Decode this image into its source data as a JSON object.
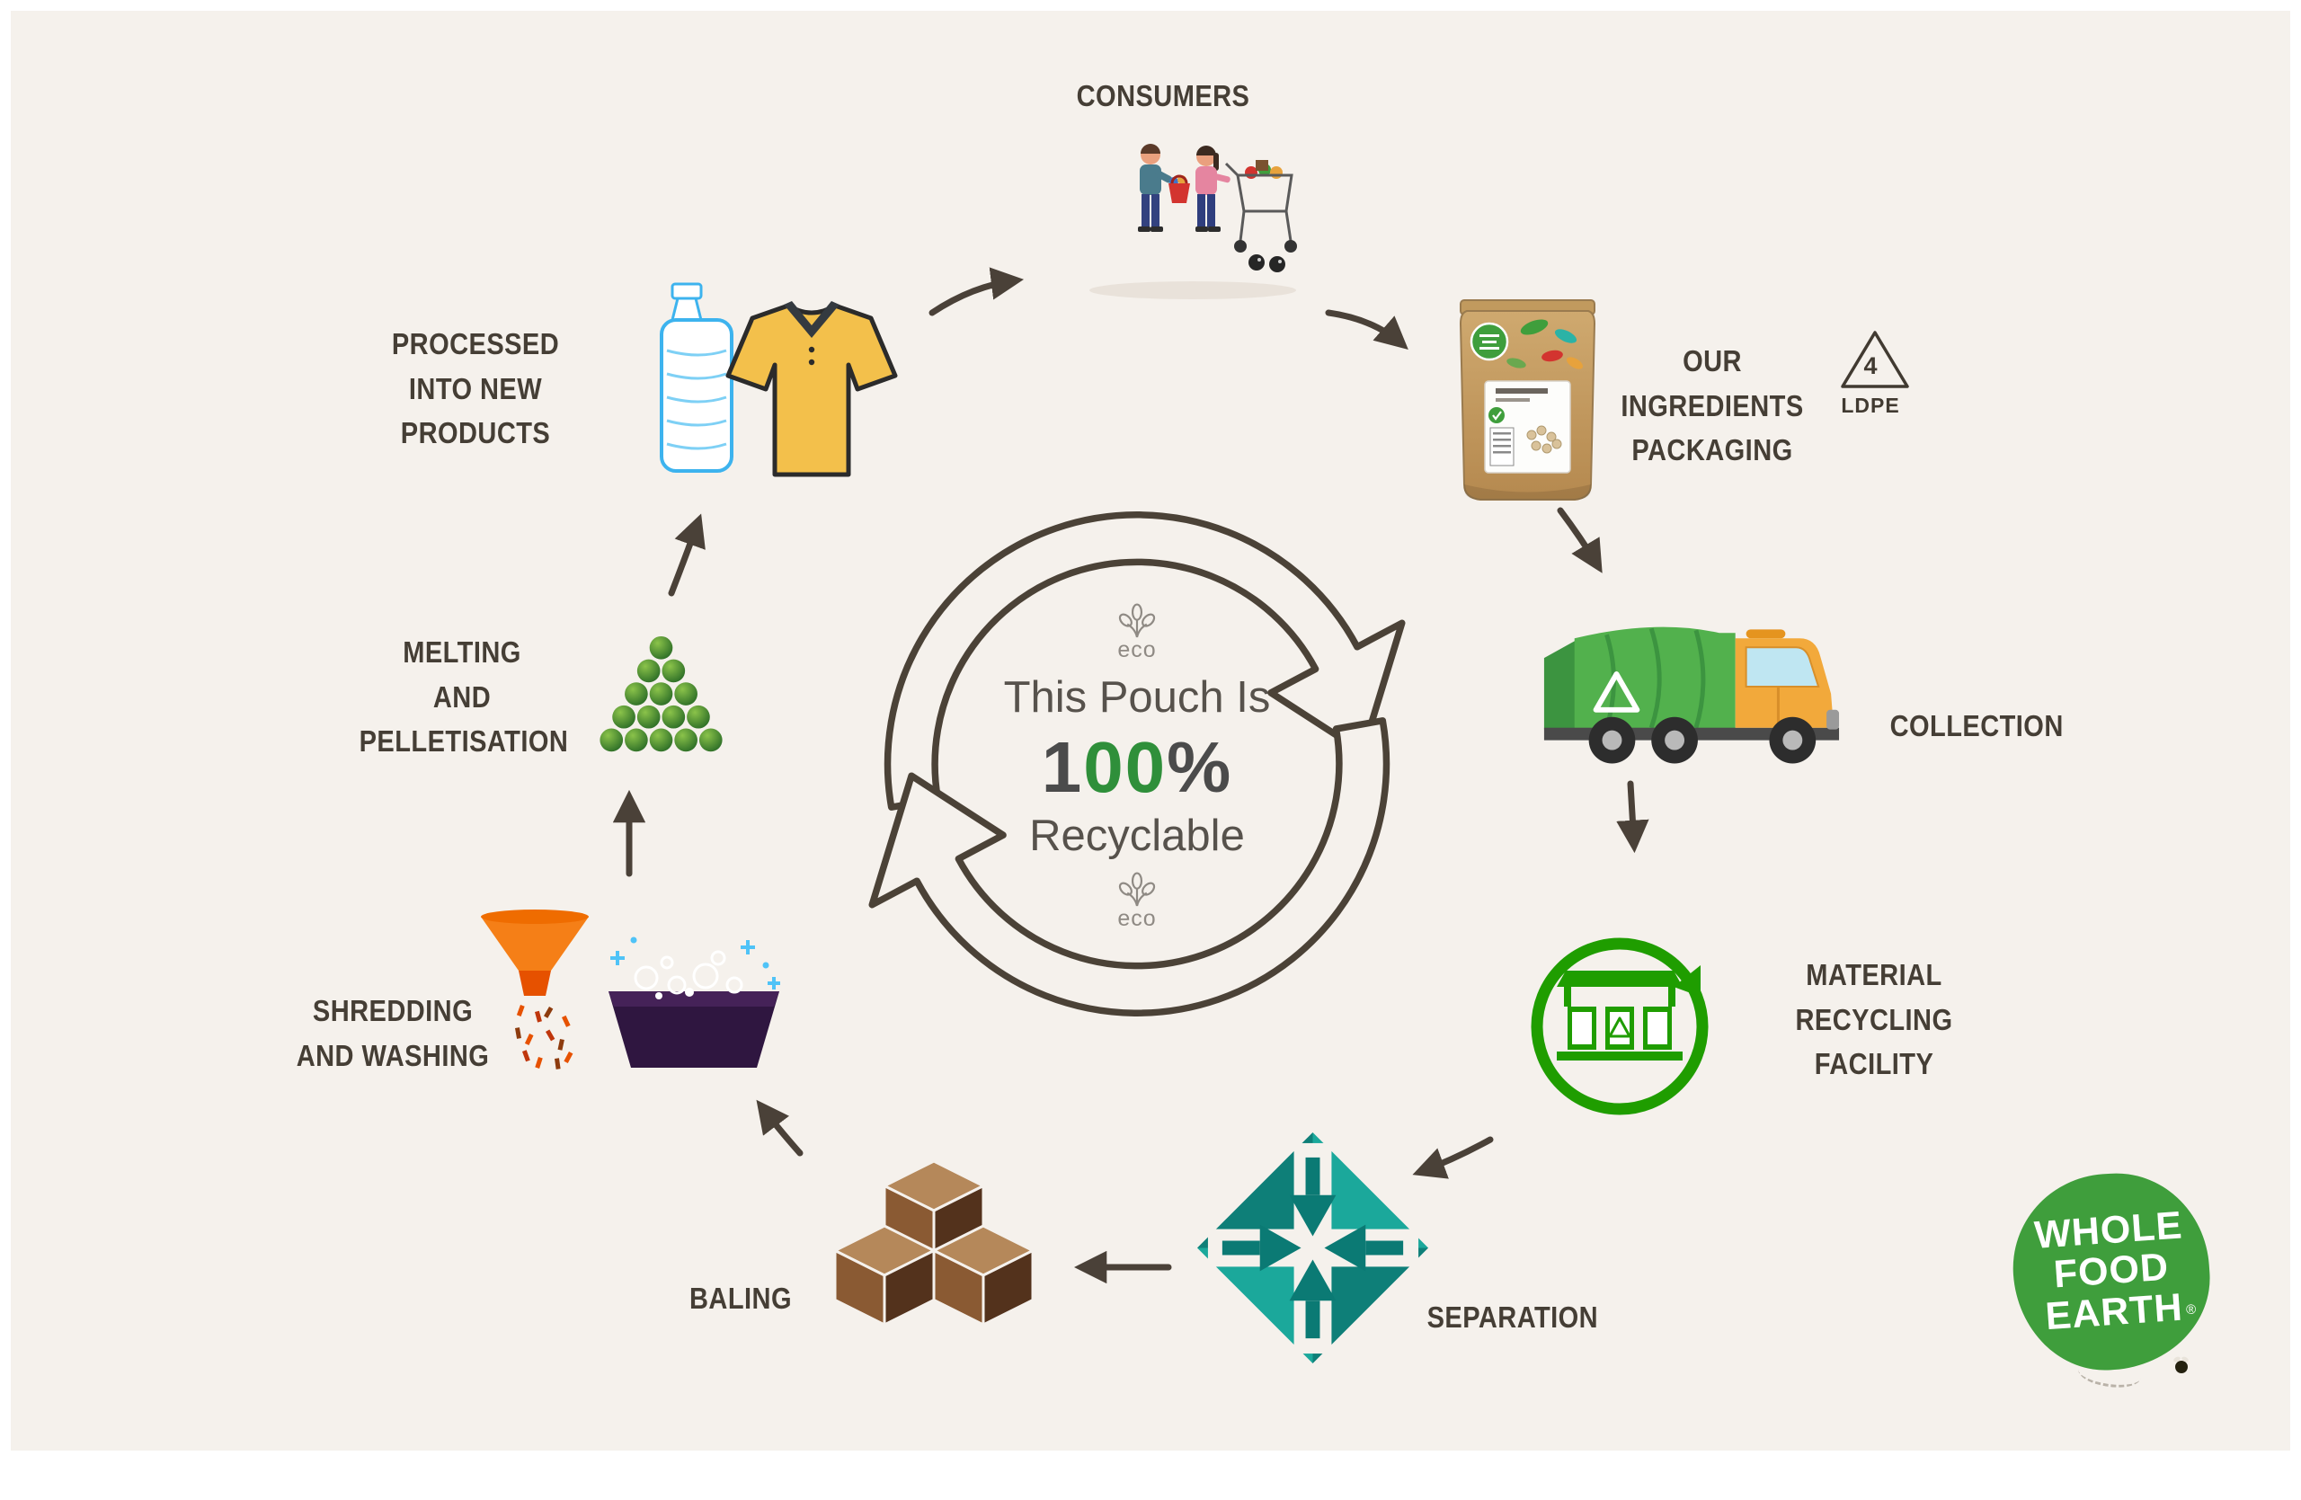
{
  "colors": {
    "background": "#f5f1ec",
    "label_text": "#453e35",
    "center_text": "#57524c",
    "center_green": "#2f8f3a",
    "cycle_arrow_outline": "#4b4237",
    "flow_arrow": "#4a4138",
    "mrf_green": "#1f9d00",
    "truck_green": "#52b14d",
    "cab_yellow": "#f2a93b",
    "separation_teal_light": "#1ba89b",
    "separation_teal_dark": "#0e7f78",
    "baling_brown": "#8a5a33",
    "funnel_orange": "#f57f17",
    "basin_purple": "#2f1640",
    "pellet_green": "#33691e",
    "bottle_blue": "#3db3ee",
    "shirt_yellow": "#f3c04b",
    "logo_green": "#3f9e3c"
  },
  "center": {
    "eco_top": "eco",
    "line1": "This Pouch Is",
    "pct_1": "1",
    "pct_00": "00",
    "pct_sign": "%",
    "line2": "Recyclable",
    "eco_bottom": "eco"
  },
  "stages": {
    "consumers": {
      "label": "CONSUMERS"
    },
    "packaging": {
      "label": "OUR INGREDIENTS\nPACKAGING"
    },
    "collection": {
      "label": "COLLECTION"
    },
    "mrf": {
      "label": "MATERIAL\nRECYCLING\nFACILITY"
    },
    "separation": {
      "label": "SEPARATION"
    },
    "baling": {
      "label": "BALING"
    },
    "shredding": {
      "label": "SHREDDING\nAND WASHING"
    },
    "melting": {
      "label": "MELTING\nAND\nPELLETISATION"
    },
    "processed": {
      "label": "PROCESSED\nINTO NEW PRODUCTS"
    }
  },
  "ldpe": {
    "number": "4",
    "code": "LDPE"
  },
  "logo": {
    "line1": "WHOLE",
    "line2": "FOOD",
    "line3": "EARTH",
    "registered": "®"
  }
}
